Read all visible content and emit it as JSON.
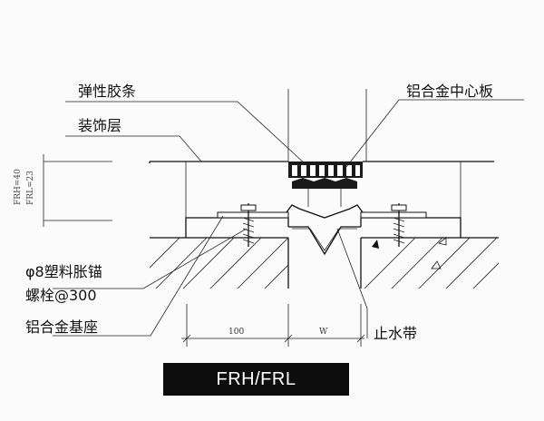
{
  "labels": {
    "rubber_strip": "弹性胶条",
    "decor_layer": "装饰层",
    "center_plate": "铝合金中心板",
    "anchor_line1": "φ8塑料胀锚",
    "anchor_line2": "螺栓@300",
    "base": "铝合金基座",
    "waterstop": "止水带"
  },
  "dimensions": {
    "frh": "FRH=40",
    "frl": "FRL=23",
    "width_100": "100",
    "width_w": "W"
  },
  "title": "FRH/FRL",
  "colors": {
    "title_bg": "#0d0d0d",
    "title_text": "#ffffff",
    "line": "#111111"
  }
}
